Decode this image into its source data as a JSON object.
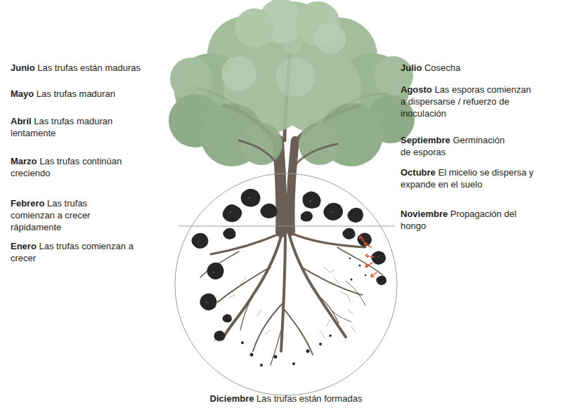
{
  "diagram": {
    "labels": [
      "Junio",
      "Las trufas están maduras",
      "Mayo",
      "Las trufas maduran",
      "Abril",
      "Las trufas maduran lentamente",
      "Marzo",
      "Las trufas continúan creciendo",
      "Febrero",
      "Las trufas comienzan a crecer rápidamente",
      "Enero",
      "Las trufas comienzan a crecer",
      "Julio",
      "Cosecha",
      "Agosto",
      "Las esporas comienzan a dispersarse / refuerzo de inoculación",
      "Septiembre",
      "Germinación de esporas",
      "Octubre",
      "El micelio se dispersa y expande en el suelo",
      "Noviembre",
      "Propagación del hongo",
      "Diciembre",
      "Las trufas están formadas"
    ]
  }
}
